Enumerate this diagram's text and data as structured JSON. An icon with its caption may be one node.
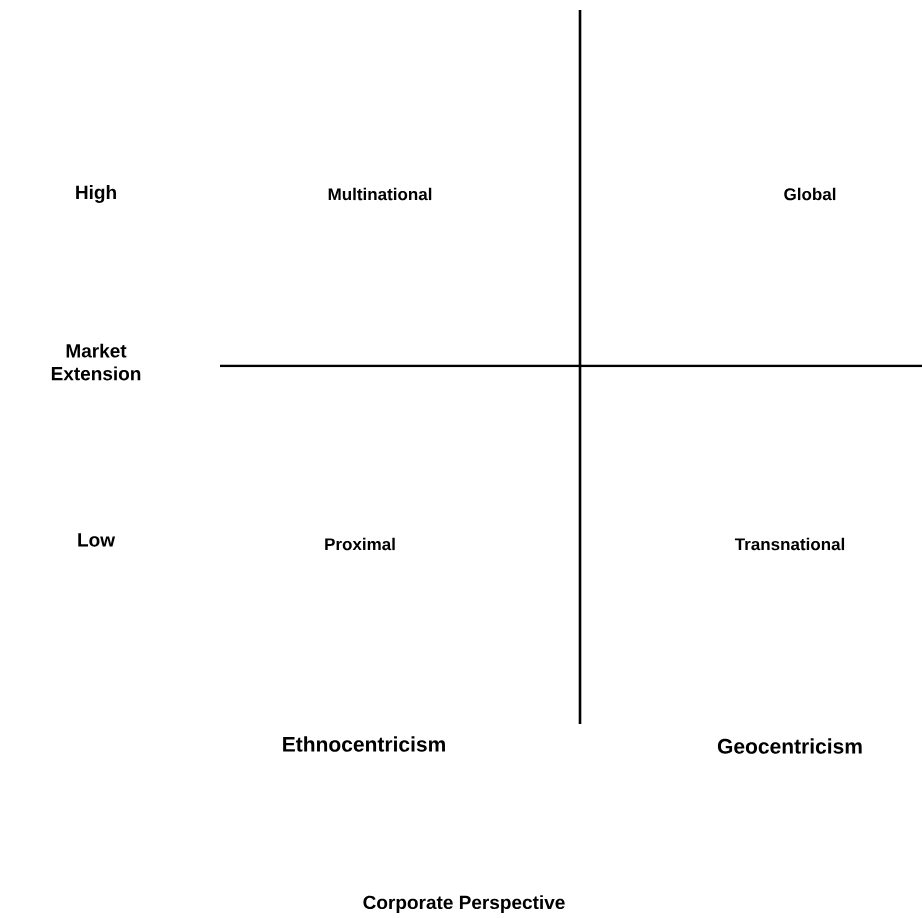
{
  "diagram": {
    "labels": [
      "High",
      "Multinational",
      "Global",
      "Market Extension",
      "Low",
      "Proximal",
      "Transnational",
      "Ethnocentricism",
      "Geocentricism",
      "Corporate Perspective"
    ]
  }
}
